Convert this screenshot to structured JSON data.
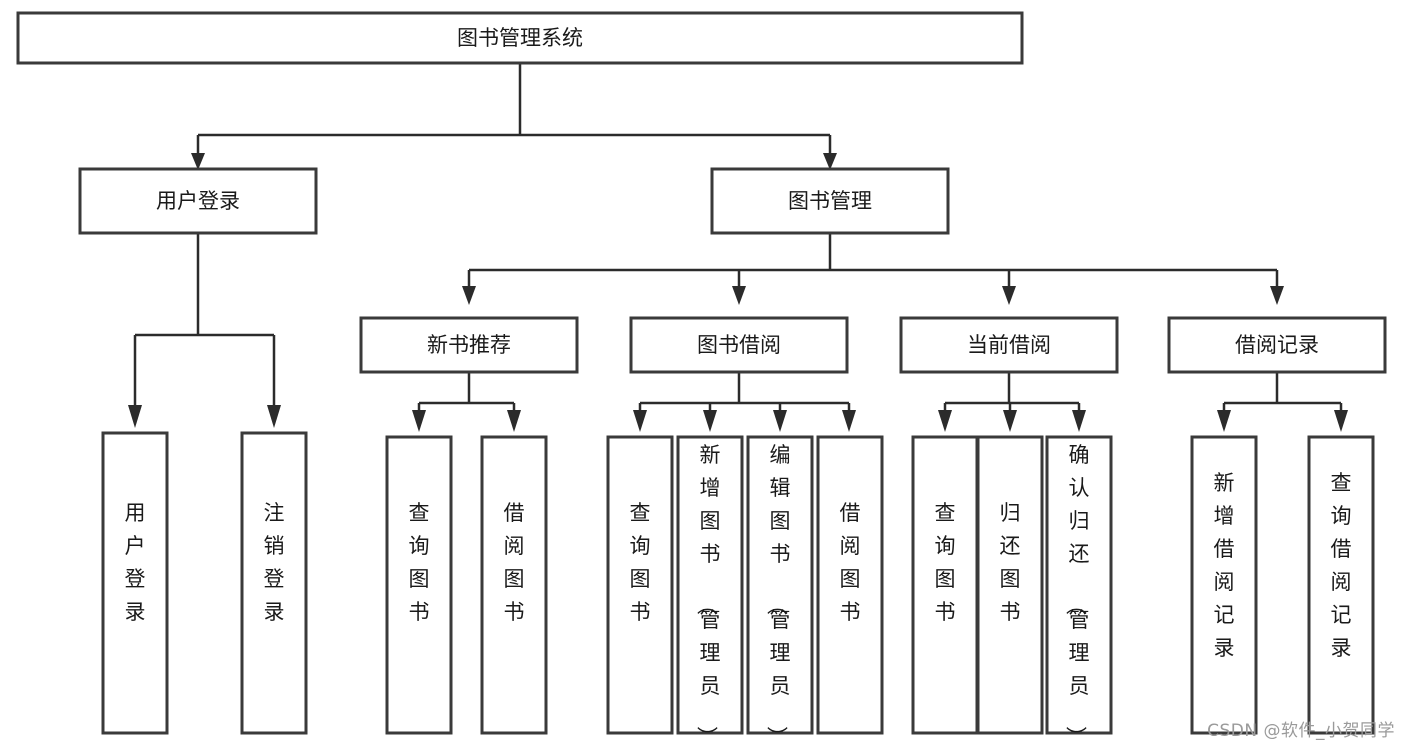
{
  "diagram": {
    "title": "图书管理系统",
    "type": "hierarchy-tree",
    "root": {
      "id": "root",
      "label": "图书管理系统",
      "level": 0
    },
    "level1": [
      {
        "id": "user-login",
        "label": "用户登录"
      },
      {
        "id": "book-manage",
        "label": "图书管理"
      }
    ],
    "level2": [
      {
        "id": "new-book-rec",
        "label": "新书推荐",
        "parent": "book-manage"
      },
      {
        "id": "book-borrow",
        "label": "图书借阅",
        "parent": "book-manage"
      },
      {
        "id": "current-borrow",
        "label": "当前借阅",
        "parent": "book-manage"
      },
      {
        "id": "borrow-record",
        "label": "借阅记录",
        "parent": "book-manage"
      }
    ],
    "leaves": {
      "user_login": [
        {
          "id": "leaf-user-login",
          "label": "用户登录"
        },
        {
          "id": "leaf-user-logout",
          "label": "注销登录"
        }
      ],
      "new_book_rec": [
        {
          "id": "leaf-query-book-1",
          "label": "查询图书"
        },
        {
          "id": "leaf-borrow-book-1",
          "label": "借阅图书"
        }
      ],
      "book_borrow": [
        {
          "id": "leaf-query-book-2",
          "label": "查询图书"
        },
        {
          "id": "leaf-add-book",
          "label": "新增图书（管理员）"
        },
        {
          "id": "leaf-edit-book",
          "label": "编辑图书（管理员）"
        },
        {
          "id": "leaf-borrow-book-2",
          "label": "借阅图书"
        }
      ],
      "current_borrow": [
        {
          "id": "leaf-query-book-3",
          "label": "查询图书"
        },
        {
          "id": "leaf-return-book",
          "label": "归还图书"
        },
        {
          "id": "leaf-confirm-return",
          "label": "确认归还（管理员）"
        }
      ],
      "borrow_record": [
        {
          "id": "leaf-add-record",
          "label": "新增借阅记录"
        },
        {
          "id": "leaf-query-record",
          "label": "查询借阅记录"
        }
      ]
    }
  },
  "watermark": {
    "text": "CSDN @软件_小贺同学"
  },
  "colors": {
    "box_stroke": "#3a3a3a",
    "connector": "#2b2b2b",
    "box_fill": "#ffffff",
    "text": "#1a1a1a",
    "watermark": "#9a9a9a",
    "background": "#ffffff"
  }
}
